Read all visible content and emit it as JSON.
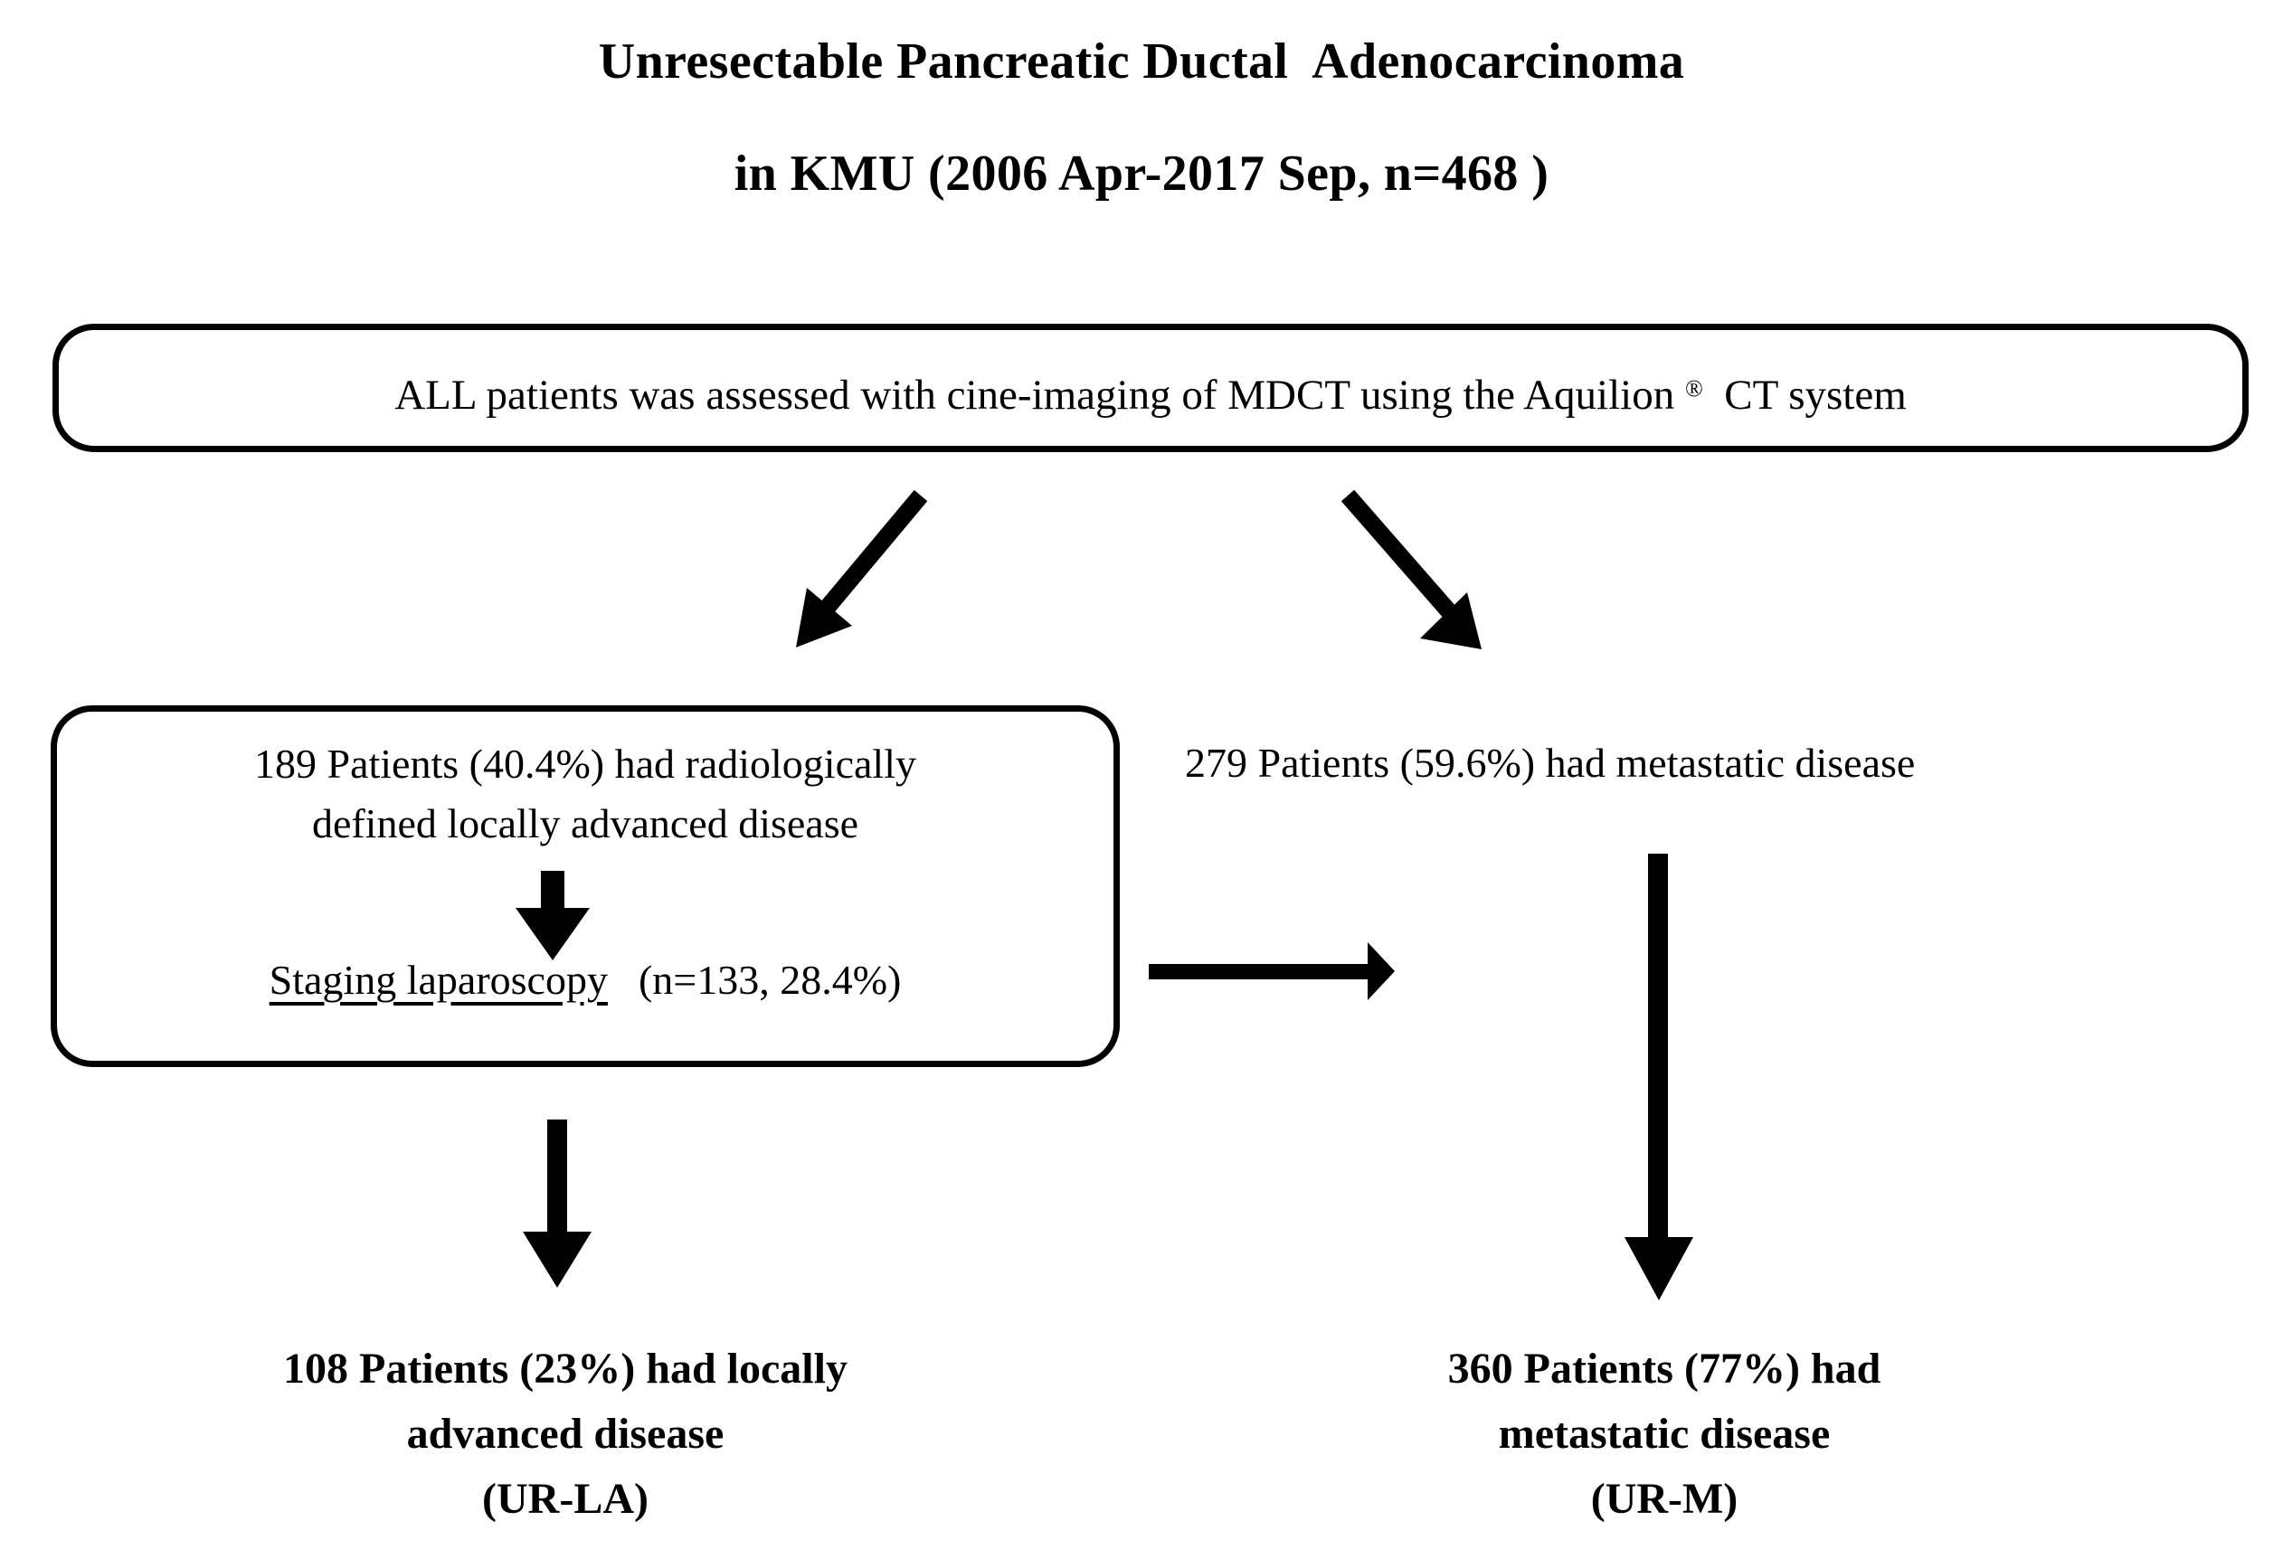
{
  "figure": {
    "type": "flowchart",
    "title": {
      "line1": "Unresectable Pancreatic Ductal  Adenocarcinoma",
      "line2": "in KMU (2006 Apr-2017 Sep, n=468 )"
    },
    "nodes": {
      "cohort_box": {
        "text_before_mark": "ALL patients was assessed with cine-imaging of MDCT using the Aquilion ",
        "registered_mark": "®",
        "text_after_mark": "  CT system"
      },
      "locally_advanced_box": {
        "line1": "189 Patients (40.4%) had radiologically",
        "line2": "defined locally advanced disease",
        "procedure_label": "Staging laparoscopy",
        "procedure_stats": "(n=133, 28.4%)"
      },
      "metastatic_branch": {
        "text": "279 Patients (59.6%) had metastatic disease"
      },
      "outcome_left": {
        "line1": "108 Patients (23%) had locally",
        "line2": "advanced disease",
        "line3": "(UR-LA)"
      },
      "outcome_right": {
        "line1": "360 Patients (77%) had",
        "line2": "metastatic disease",
        "line3": "(UR-M)"
      }
    },
    "colors": {
      "stroke": "#000000",
      "background": "#ffffff",
      "text": "#000000"
    }
  }
}
